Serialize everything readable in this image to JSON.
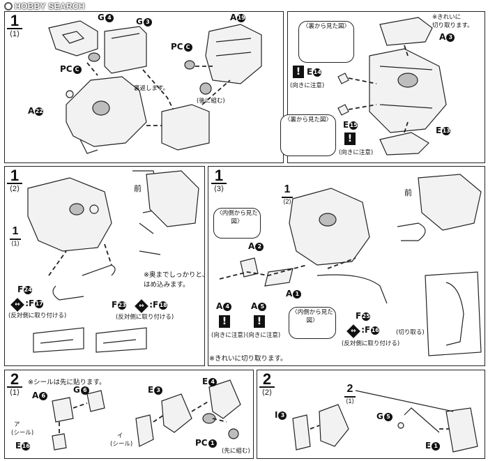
{
  "brand": {
    "text": "HOBBY SEARCH"
  },
  "steps": [
    {
      "num": "1",
      "sub": "⟨1⟩"
    },
    {
      "num": "1",
      "sub": "⟨2⟩"
    },
    {
      "num": "1",
      "sub": "⟨3⟩"
    },
    {
      "num": "2",
      "sub": "⟨1⟩"
    },
    {
      "num": "2",
      "sub": "⟨2⟩"
    }
  ],
  "panel1": {
    "g4": "G",
    "g4n": "4",
    "g3": "G",
    "g3n": "3",
    "pcc1": "PC",
    "pcc1n": "C",
    "pcc2": "PC",
    "pcc2n": "C",
    "a19": "A",
    "a19n": "19",
    "a22": "A",
    "a22n": "22",
    "back_side": "裏返します。",
    "assemble_later": "(後に組む)"
  },
  "panel1b": {
    "clean_cut": "※きれいに\n切り取ります。",
    "a3": "A",
    "a3n": "3",
    "back_view1": "〈裏から見た図〉",
    "back_view2": "〈裏から見た図〉",
    "e14": "E",
    "e14n": "14",
    "e15": "E",
    "e15n": "15",
    "e13": "E",
    "e13n": "13",
    "orientation1": "(向きに注意)",
    "orientation2": "(向きに注意)"
  },
  "panel2": {
    "front": "前",
    "f24": "F",
    "f24n": "24",
    "f17": ":F",
    "f17n": "17",
    "f23": "F",
    "f23n": "23",
    "f18": ":F",
    "f18n": "18",
    "opposite1": "(反対側に取り付ける)",
    "opposite2": "(反対側に取り付ける)",
    "fit_note": "※奥までしっかりと、\nはめ込みます。",
    "ref": "1",
    "ref_sub": "⟨1⟩"
  },
  "panel3": {
    "ref": "1",
    "ref_sub": "⟨2⟩",
    "inner_view1": "〈内側から見た図〉",
    "inner_view2": "〈内側から見た図〉",
    "a2": "A",
    "a2n": "2",
    "a1": "A",
    "a1n": "1",
    "a4": "A",
    "a4n": "4",
    "a5": "A",
    "a5n": "5",
    "orientation1": "(向きに注意)",
    "orientation2": "(向きに注意)",
    "f25": "F",
    "f25n": "25",
    "f16": ":F",
    "f16n": "16",
    "opposite": "(反対側に取り付ける)",
    "cut_off": "(切り取る)",
    "clean_cut": "※きれいに切り取ります。",
    "front": "前"
  },
  "panel4": {
    "seal_note": "※シールは先に貼ります。",
    "a6": "A",
    "a6n": "6",
    "g6": "G",
    "g6n": "6",
    "e3": "E",
    "e3n": "3",
    "e4": "E",
    "e4n": "4",
    "e16": "E",
    "e16n": "16",
    "pc": "PC",
    "pcn": "1",
    "seal1": "(シール)",
    "seal1k": "ア",
    "seal2": "(シール)",
    "seal2k": "イ",
    "assemble_first": "(先に組む)"
  },
  "panel5": {
    "i3": "I",
    "i3n": "3",
    "ref": "2",
    "ref_sub": "⟨1⟩",
    "g5": "G",
    "g5n": "5",
    "e1": "E",
    "e1n": "1"
  }
}
